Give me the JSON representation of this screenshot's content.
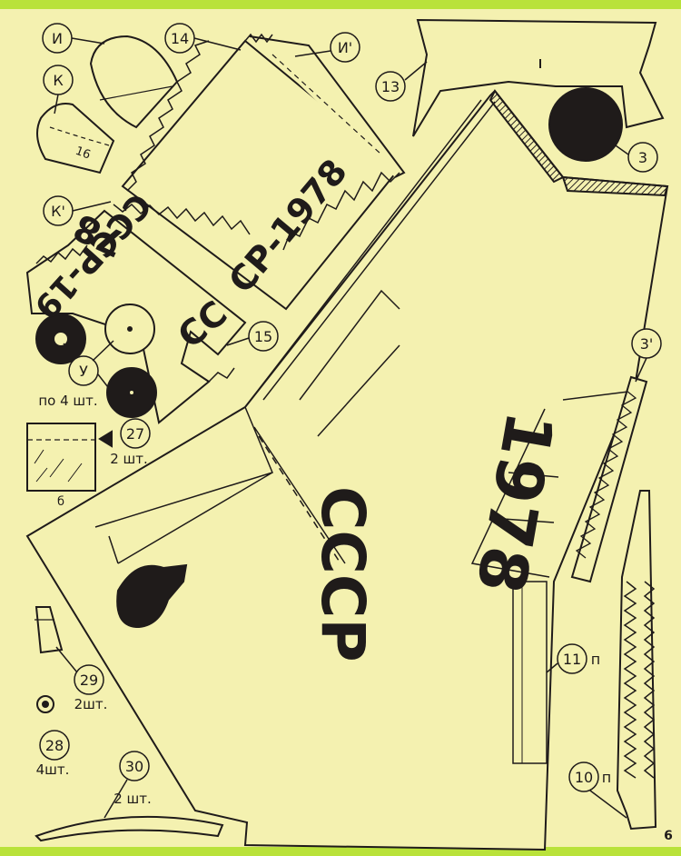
{
  "page": {
    "number": "6",
    "colors": {
      "paper": "#f4f1b0",
      "ink": "#1f1b1a",
      "edge": "#b9e23a"
    }
  },
  "parts": [
    {
      "id": "13",
      "label": "13"
    },
    {
      "id": "14",
      "label": "14"
    },
    {
      "id": "3",
      "label": "3"
    },
    {
      "id": "3p",
      "label": "3'"
    },
    {
      "id": "I",
      "label": "И"
    },
    {
      "id": "Ip",
      "label": "И'"
    },
    {
      "id": "K",
      "label": "К"
    },
    {
      "id": "Kp",
      "label": "К'"
    },
    {
      "id": "16",
      "label": "16"
    },
    {
      "id": "15",
      "label": "15"
    },
    {
      "id": "U",
      "label": "У"
    },
    {
      "id": "27",
      "label": "27"
    },
    {
      "id": "29",
      "label": "29"
    },
    {
      "id": "28",
      "label": "28"
    },
    {
      "id": "30",
      "label": "30"
    },
    {
      "id": "11",
      "label": "11"
    },
    {
      "id": "10",
      "label": "10"
    }
  ],
  "suffixes": {
    "p11": "п",
    "p10": "п"
  },
  "quantities": {
    "u": "по 4 шт.",
    "q27": "2 шт.",
    "q29": "2шт.",
    "q28": "4шт.",
    "q30": "2 шт."
  },
  "part_b": "б",
  "decals": {
    "cccp_main": "СССР",
    "year_main": "1978",
    "reg_top": "СССР-19",
    "reg_mid": "СР-1978",
    "reg_small": "СС",
    "reg_wing": "78"
  }
}
